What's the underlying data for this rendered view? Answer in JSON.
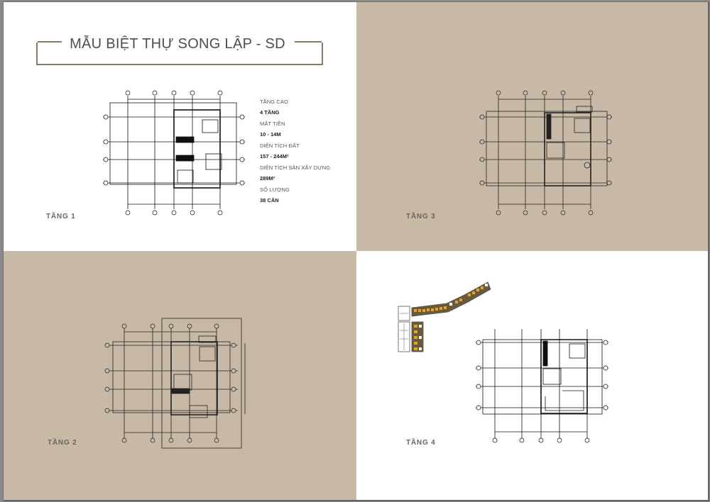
{
  "document": {
    "title": "MẪU BIỆT THỰ SONG LẬP - SD",
    "colors": {
      "beige": "#c8b9a6",
      "frame": "#8c7a64",
      "title_text": "#4d4d4d",
      "highlight_orange": "#e0a526"
    }
  },
  "specs": [
    {
      "label": "TẦNG CAO",
      "value": "4 TẦNG"
    },
    {
      "label": "MẶT TIỀN",
      "value": "10 - 14M"
    },
    {
      "label": "DIỆN TÍCH ĐẤT",
      "value": "157 - 244M²"
    },
    {
      "label": "DIỆN TÍCH SÀN XÂY DỰNG",
      "value": "289M²"
    },
    {
      "label": "SỐ LƯỢNG",
      "value": "38 CĂN"
    }
  ],
  "floors": [
    {
      "id": "tang-1",
      "label": "TẦNG 1"
    },
    {
      "id": "tang-2",
      "label": "TẦNG 2"
    },
    {
      "id": "tang-3",
      "label": "TẦNG 3"
    },
    {
      "id": "tang-4",
      "label": "TẦNG 4"
    }
  ],
  "key_plan": {
    "label": "site-key-plan",
    "highlight": "orange units on curved block"
  }
}
